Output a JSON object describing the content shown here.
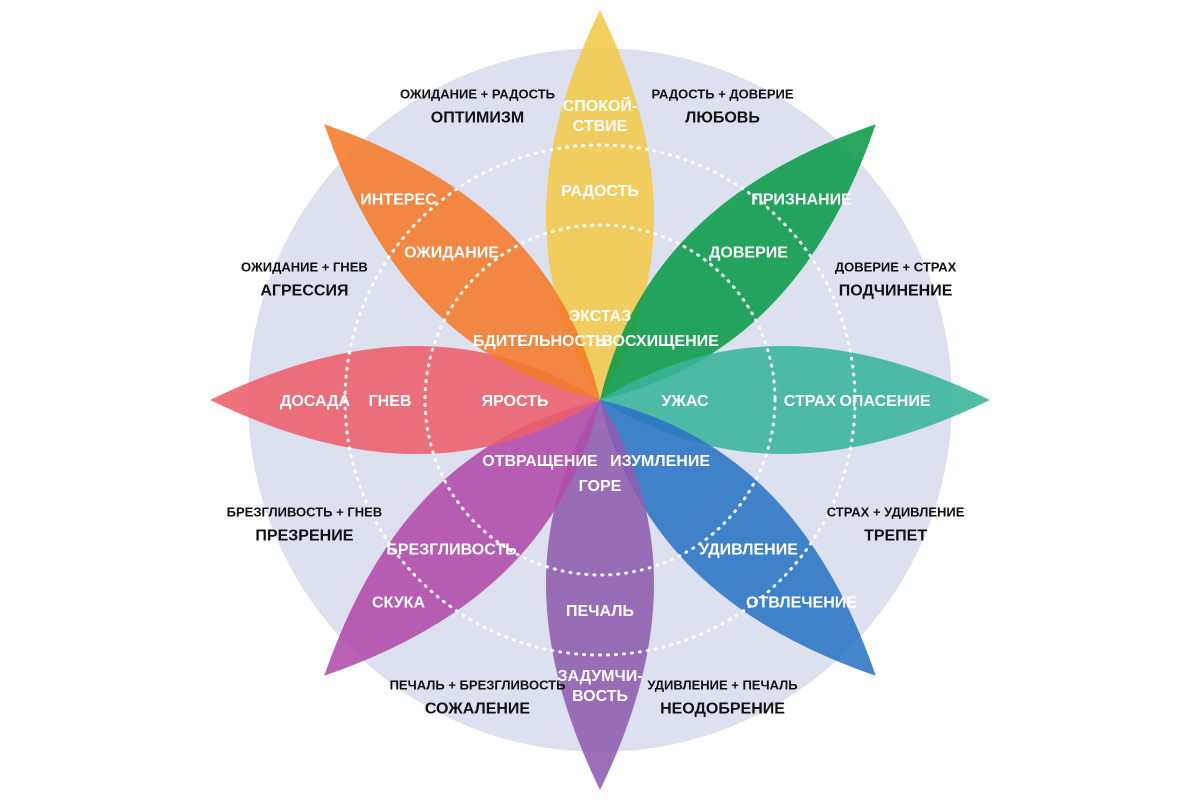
{
  "background_color": "#dde1ef",
  "ring_color": "#ffffff",
  "petals": [
    {
      "name": "joy",
      "color": "#f2c94a",
      "labels": [
        [
          "ЭКСТАЗ"
        ],
        [
          "РАДОСТЬ"
        ],
        [
          "СПОКОЙ-",
          "СТВИЕ"
        ]
      ]
    },
    {
      "name": "trust",
      "color": "#0a9a48",
      "labels": [
        [
          "ВОСХИЩЕНИЕ"
        ],
        [
          "ДОВЕРИЕ"
        ],
        [
          "ПРИЗНАНИЕ"
        ]
      ]
    },
    {
      "name": "fear",
      "color": "#38b49a",
      "labels": [
        [
          "УЖАС"
        ],
        [
          "СТРАХ"
        ],
        [
          "ОПАСЕНИЕ"
        ]
      ]
    },
    {
      "name": "surprise",
      "color": "#2a74c4",
      "labels": [
        [
          "ИЗУМЛЕНИЕ"
        ],
        [
          "УДИВЛЕНИЕ"
        ],
        [
          "ОТВЛЕЧЕНИЕ"
        ]
      ]
    },
    {
      "name": "sadness",
      "color": "#8f5bb0",
      "labels": [
        [
          "ГОРЕ"
        ],
        [
          "ПЕЧАЛЬ"
        ],
        [
          "ЗАДУМЧИ-",
          "ВОСТЬ"
        ]
      ]
    },
    {
      "name": "disgust",
      "color": "#b04aab",
      "labels": [
        [
          "ОТВРАЩЕНИЕ"
        ],
        [
          "БРЕЗГЛИВОСТЬ"
        ],
        [
          "СКУКА"
        ]
      ]
    },
    {
      "name": "anger",
      "color": "#ec5f6b",
      "labels": [
        [
          "ЯРОСТЬ"
        ],
        [
          "ГНЕВ"
        ],
        [
          "ДОСАДА"
        ]
      ]
    },
    {
      "name": "anticipation",
      "color": "#f47a2a",
      "labels": [
        [
          "БДИТЕЛЬНОСТЬ"
        ],
        [
          "ОЖИДАНИЕ"
        ],
        [
          "ИНТЕРЕС"
        ]
      ]
    }
  ],
  "dyads": [
    {
      "combo": "РАДОСТЬ + ДОВЕРИЕ",
      "name": "ЛЮБОВЬ"
    },
    {
      "combo": "ДОВЕРИЕ + СТРАХ",
      "name": "ПОДЧИНЕНИЕ"
    },
    {
      "combo": "СТРАХ + УДИВЛЕНИЕ",
      "name": "ТРЕПЕТ"
    },
    {
      "combo": "УДИВЛЕНИЕ + ПЕЧАЛЬ",
      "name": "НЕОДОБРЕНИЕ"
    },
    {
      "combo": "ПЕЧАЛЬ + БРЕЗГЛИВОСТЬ",
      "name": "СОЖАЛЕНИЕ"
    },
    {
      "combo": "БРЕЗГЛИВОСТЬ + ГНЕВ",
      "name": "ПРЕЗРЕНИЕ"
    },
    {
      "combo": "ОЖИДАНИЕ + ГНЕВ",
      "name": "АГРЕССИЯ"
    },
    {
      "combo": "ОЖИДАНИЕ + РАДОСТЬ",
      "name": "ОПТИМИЗМ"
    }
  ]
}
